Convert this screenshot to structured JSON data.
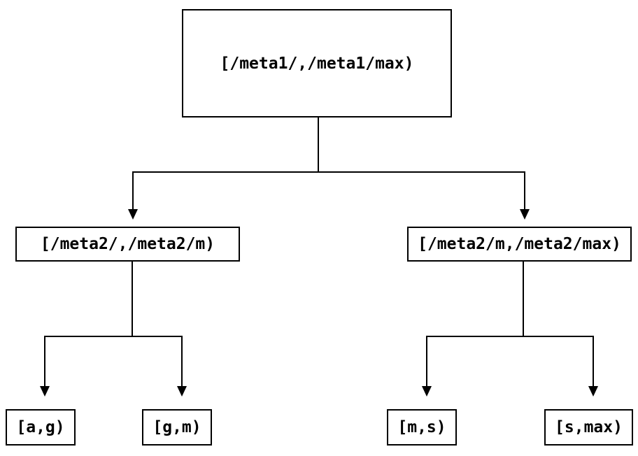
{
  "page": {
    "background_color": "#ffffff",
    "line_color": "#000000"
  },
  "diagram": {
    "type": "tree",
    "nodes": {
      "root": {
        "label": "[/meta1/,/meta1/max)"
      },
      "left": {
        "label": "[/meta2/,/meta2/m)"
      },
      "right": {
        "label": "[/meta2/m,/meta2/max)"
      },
      "leaf_ag": {
        "label": "[a,g)"
      },
      "leaf_gm": {
        "label": "[g,m)"
      },
      "leaf_ms": {
        "label": "[m,s)"
      },
      "leaf_smax": {
        "label": "[s,max)"
      }
    },
    "edges": [
      {
        "from": "root",
        "to": "left"
      },
      {
        "from": "root",
        "to": "right"
      },
      {
        "from": "left",
        "to": "leaf_ag"
      },
      {
        "from": "left",
        "to": "leaf_gm"
      },
      {
        "from": "right",
        "to": "leaf_ms"
      },
      {
        "from": "right",
        "to": "leaf_smax"
      }
    ]
  }
}
